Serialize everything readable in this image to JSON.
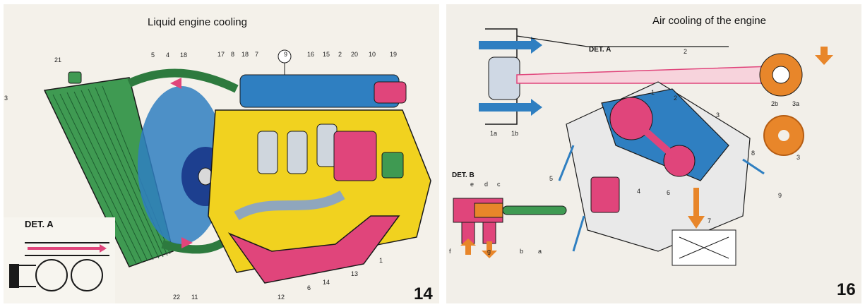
{
  "left_page": {
    "title": "Liquid engine cooling",
    "page_number": "14",
    "detail_label": "DET. A",
    "callouts": [
      "21",
      "5",
      "4",
      "18",
      "17",
      "8",
      "18",
      "7",
      "9",
      "16",
      "15",
      "2",
      "20",
      "10",
      "19",
      "3",
      "11",
      "22",
      "12",
      "6",
      "14",
      "13",
      "1"
    ]
  },
  "right_page": {
    "title": "Air cooling of the engine",
    "page_number": "16",
    "detail_a_label": "DET. A",
    "detail_b_label": "DET. B",
    "callouts": [
      "2",
      "1a",
      "1b",
      "2b",
      "3a",
      "1",
      "2",
      "3",
      "3",
      "8",
      "5",
      "4",
      "6",
      "7",
      "9",
      "e",
      "d",
      "c",
      "f",
      "g",
      "b",
      "a"
    ]
  },
  "colors": {
    "radiator": "#3f9a52",
    "coolant_blue": "#2f7fc1",
    "block_yellow": "#f1d21f",
    "pink": "#e0457b",
    "arrow_orange": "#e8862a",
    "outline": "#1a1a1a"
  }
}
